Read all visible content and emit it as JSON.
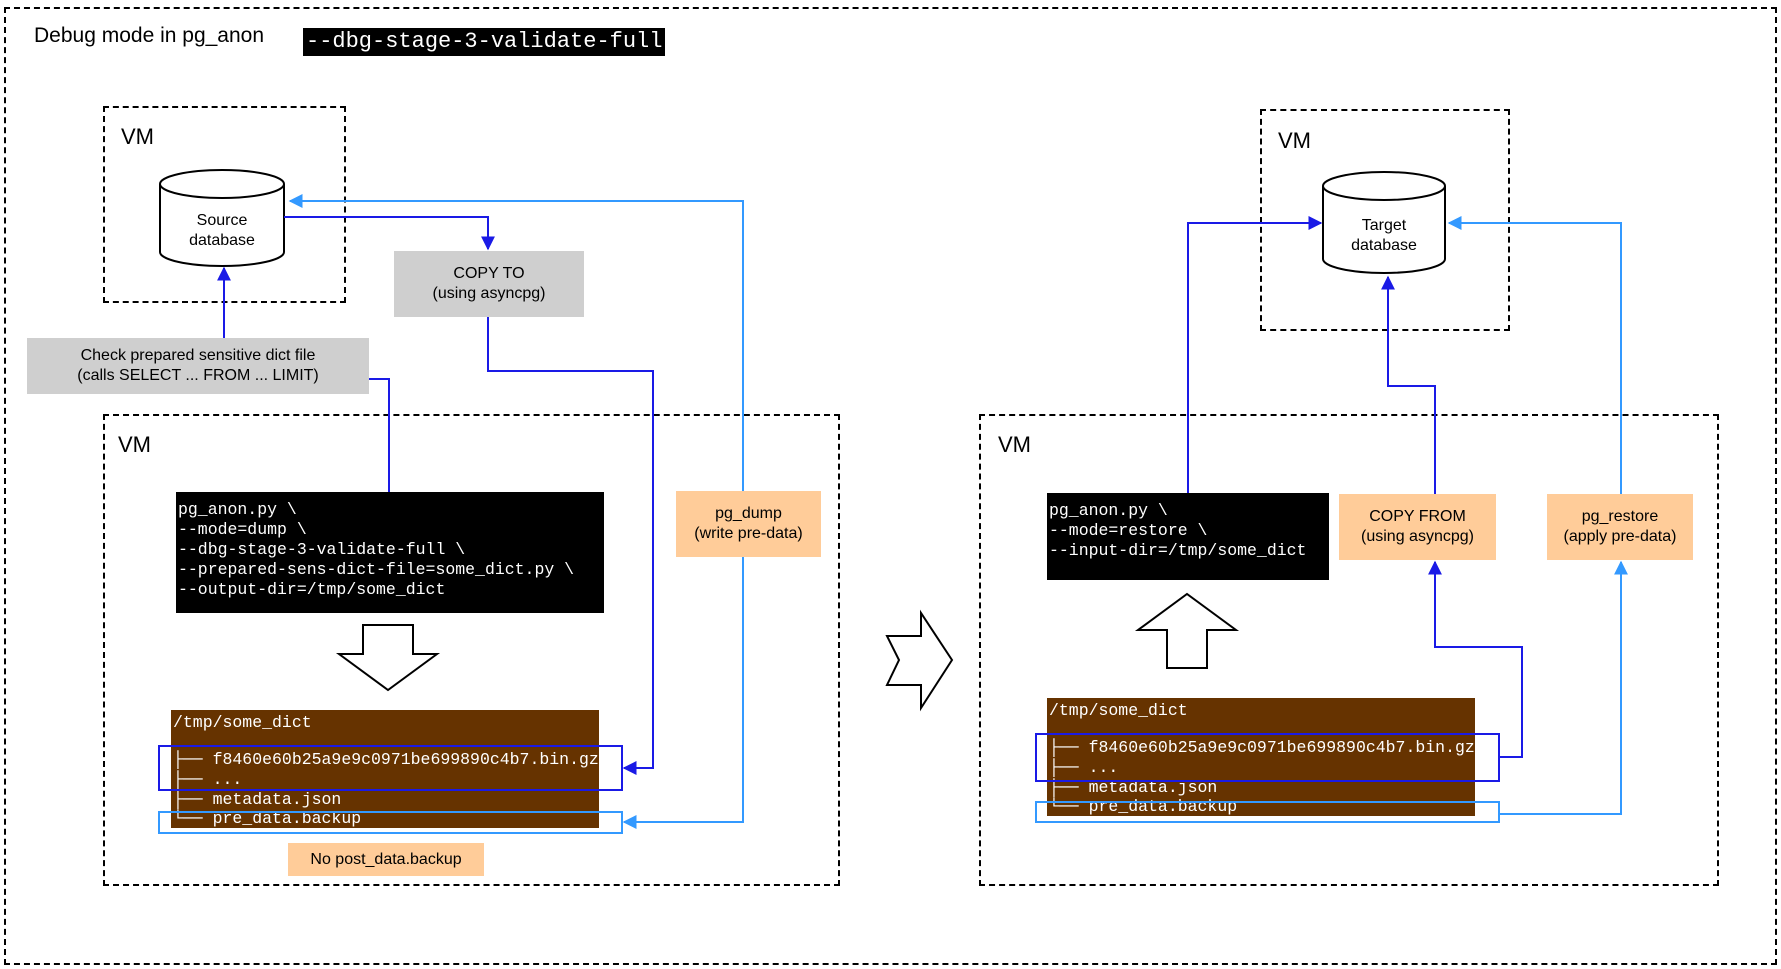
{
  "title": "Debug mode in pg_anon",
  "flag": "--dbg-stage-3-validate-full",
  "vm_label": "VM",
  "source_db": {
    "line1": "Source",
    "line2": "database"
  },
  "target_db": {
    "line1": "Target",
    "line2": "database"
  },
  "copy_to": {
    "line1": "COPY TO",
    "line2": "(using asyncpg)"
  },
  "check_dict": {
    "line1": "Check prepared sensitive dict file",
    "line2": "(calls SELECT ... FROM ... LIMIT)"
  },
  "pg_dump": {
    "line1": "pg_dump",
    "line2": "(write pre-data)"
  },
  "copy_from": {
    "line1": "COPY FROM",
    "line2": "(using asyncpg)"
  },
  "pg_restore": {
    "line1": "pg_restore",
    "line2": "(apply pre-data)"
  },
  "dump_cmd": {
    "l1": "pg_anon.py \\",
    "l2": "--mode=dump \\",
    "l3": "--dbg-stage-3-validate-full \\",
    "l4": "--prepared-sens-dict-file=some_dict.py \\",
    "l5": "--output-dir=/tmp/some_dict"
  },
  "restore_cmd": {
    "l1": "pg_anon.py \\",
    "l2": "--mode=restore \\",
    "l3": "--input-dir=/tmp/some_dict"
  },
  "tree": {
    "dir": "/tmp/some_dict",
    "file1": "├── f8460e60b25a9e9c0971be699890c4b7.bin.gz",
    "file2": "├── ...",
    "file3": "├── metadata.json",
    "file4": "└── pre_data.backup"
  },
  "no_post": "No post_data.backup",
  "colors": {
    "dark_blue": "#1a1ae6",
    "light_blue": "#3399ff",
    "orange": "#ffcc99",
    "gray": "#cfcfcf",
    "brown": "#663300"
  }
}
